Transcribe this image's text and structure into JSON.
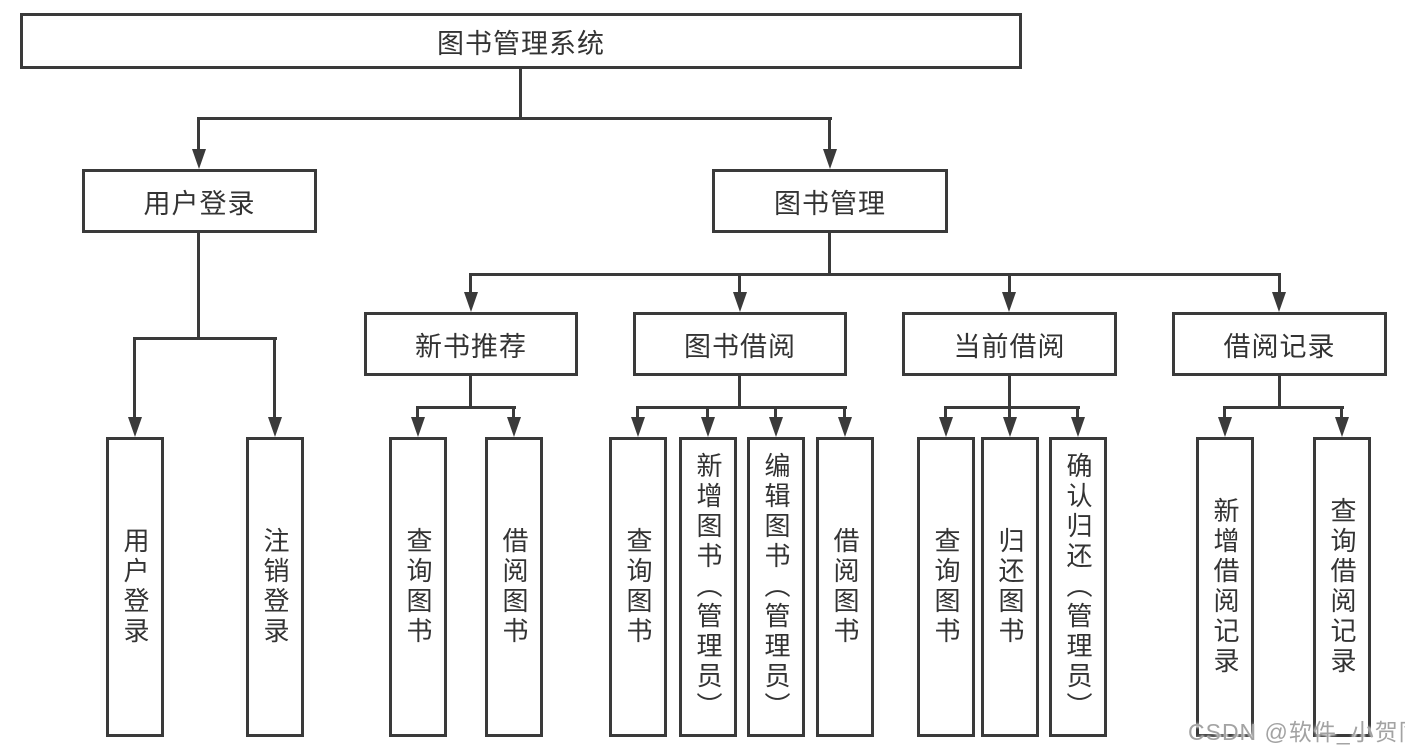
{
  "colors": {
    "line": "#3a3a3a",
    "box_border": "#3a3a3a",
    "text": "#333333",
    "background": "#ffffff",
    "watermark": "#a3a3a3"
  },
  "watermark": "CSDN @软件_小贺同学",
  "tree": {
    "root": {
      "label": "图书管理系统"
    },
    "branches": [
      {
        "label": "用户登录",
        "children": [
          "用户登录",
          "注销登录"
        ]
      },
      {
        "label": "图书管理",
        "children": [
          {
            "label": "新书推荐",
            "children": [
              "查询图书",
              "借阅图书"
            ]
          },
          {
            "label": "图书借阅",
            "children": [
              "查询图书",
              "新增图书（管理员）",
              "编辑图书（管理员）",
              "借阅图书"
            ]
          },
          {
            "label": "当前借阅",
            "children": [
              "查询图书",
              "归还图书",
              "确认归还（管理员）"
            ]
          },
          {
            "label": "借阅记录",
            "children": [
              "新增借阅记录",
              "查询借阅记录"
            ]
          }
        ]
      }
    ]
  }
}
